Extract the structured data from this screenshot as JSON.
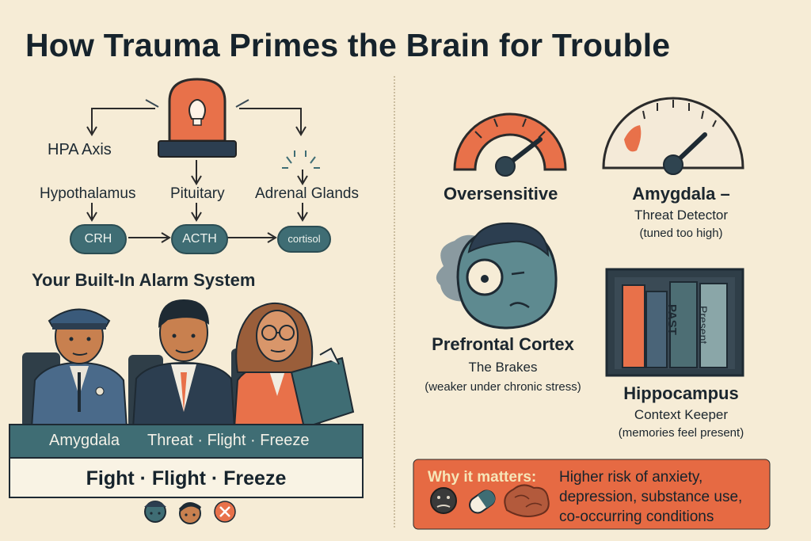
{
  "title": "How Trauma Primes the Brain for Trouble",
  "hpa": {
    "heading": "HPA Axis",
    "hypothalamus": "Hypothalamus",
    "pituitary": "Pituitary",
    "adrenal": "Adrenal Glands",
    "crh": "CRH",
    "acth": "ACTH",
    "cortisol": "cortisol"
  },
  "alarm": {
    "heading": "Your Built-In Alarm System",
    "bar_amygdala": "Amygdala",
    "bar_threat": "Threat · Flight · Freeze",
    "response": "Fight · Flight · Freeze"
  },
  "brain": {
    "oversensitive": "Oversensitive",
    "amygdala_title": "Amygdala –",
    "amygdala_sub": "Threat Detector",
    "amygdala_note": "(tuned too high)",
    "pfc_title": "Prefrontal Cortex",
    "pfc_sub": "The Brakes",
    "pfc_note": "(weaker under chronic stress)",
    "hippo_title": "Hippocampus",
    "hippo_sub": "Context Keeper",
    "hippo_note": "(memories feel present)",
    "book_past": "PAST",
    "book_present": "Present"
  },
  "why": {
    "label": "Why it matters:",
    "line1": "Higher risk of anxiety,",
    "line2": "depression, substance use,",
    "line3": "co-occurring conditions"
  },
  "colors": {
    "background": "#f6ecd6",
    "accent_orange": "#e8714a",
    "teal": "#3f6d74",
    "navy": "#2c3e50"
  }
}
